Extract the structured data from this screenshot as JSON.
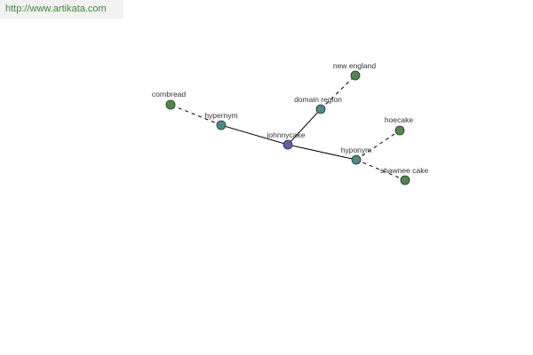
{
  "header": {
    "url": "http://www.artikata.com"
  },
  "colors": {
    "center": "#5a61a8",
    "relation": "#4a8c8a",
    "leaf": "#4d8a46"
  },
  "graph": {
    "nodes": {
      "johnnycake": "johnnycake",
      "hypernym": "hypernym",
      "domain_region": "domain region",
      "hyponym": "hyponym",
      "cornbread": "cornbread",
      "new_england": "new england",
      "hoecake": "hoecake",
      "shawnee_cake": "shawnee cake"
    }
  }
}
